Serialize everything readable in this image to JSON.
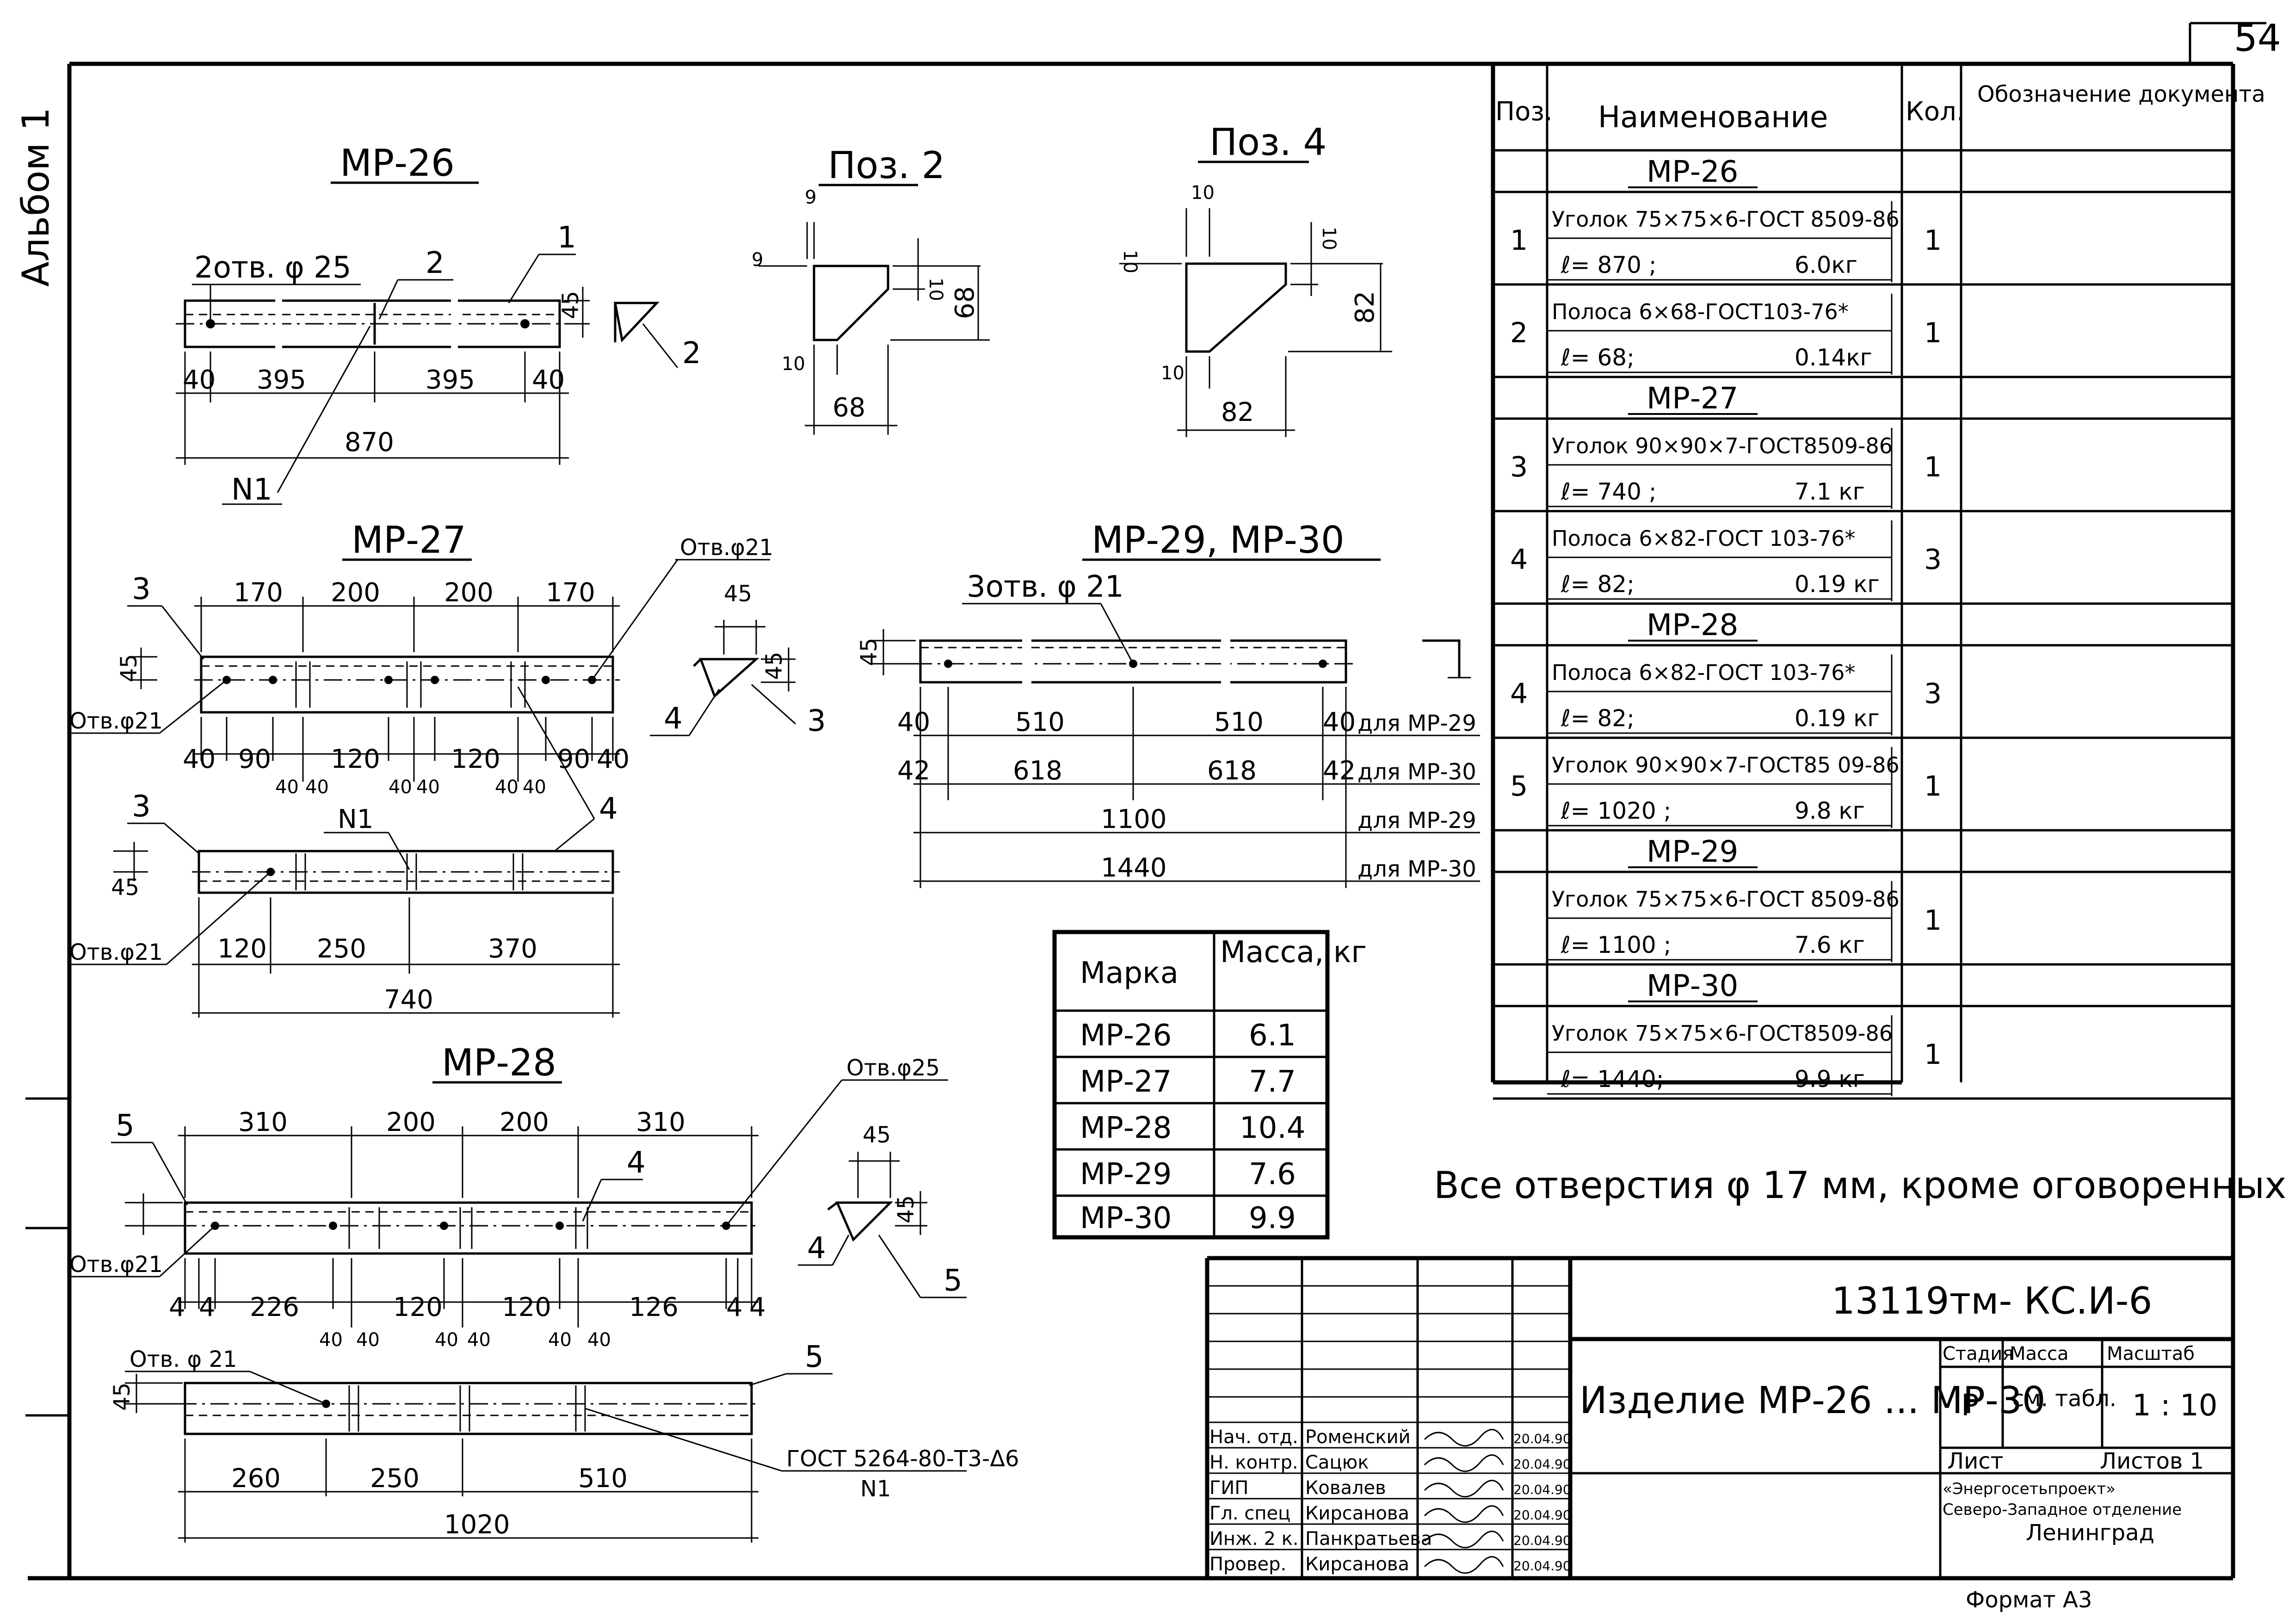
{
  "sheet": {
    "page_number": "54",
    "album_label": "Альбом 1",
    "format_label": "Формат А3"
  },
  "drawings": {
    "mr26": {
      "title": "МР-26",
      "holes": "2отв. φ 25",
      "dims": [
        "40",
        "395",
        "395",
        "40",
        "870",
        "45"
      ],
      "callouts": [
        "1",
        "2",
        "2"
      ],
      "weld": "N1"
    },
    "poz2": {
      "title": "Поз. 2",
      "dims": [
        "9",
        "9",
        "10",
        "68",
        "10",
        "68"
      ]
    },
    "poz4": {
      "title": "Поз. 4",
      "dims": [
        "10",
        "10",
        "10",
        "82",
        "10",
        "82"
      ]
    },
    "mr27": {
      "title": "МР-27",
      "holes_top": "Отв.φ21",
      "holes_left": "Отв.φ21",
      "holes_bottom": "Отв.φ21",
      "dims_top": [
        "170",
        "200",
        "200",
        "170"
      ],
      "dims_bottom": [
        "40",
        "90",
        "120",
        "120",
        "90",
        "40"
      ],
      "dims_small": [
        "40",
        "40",
        "40",
        "40",
        "40",
        "40"
      ],
      "dims_plan": [
        "120",
        "250",
        "370"
      ],
      "total": "740",
      "section_dims": [
        "45",
        "45"
      ],
      "callouts": [
        "3",
        "3",
        "4",
        "4",
        "3"
      ],
      "weld": "N1"
    },
    "mr29_30": {
      "title": "МР-29, МР-30",
      "holes": "3отв. φ 21",
      "row1": [
        "40",
        "510",
        "510",
        "40"
      ],
      "row1_label": "для МР-29",
      "row2": [
        "42",
        "618",
        "618",
        "42"
      ],
      "row2_label": "для МР-30",
      "total1": "1100",
      "total1_label": "для МР-29",
      "total2": "1440",
      "total2_label": "для МР-30",
      "side_dim": "45"
    },
    "mr28": {
      "title": "МР-28",
      "holes_right": "Отв.φ25",
      "holes_left": "Отв.φ21",
      "holes_bottom": "Отв. φ 21",
      "dims_top": [
        "310",
        "200",
        "200",
        "310"
      ],
      "dims_bottom": [
        "4",
        "4",
        "226",
        "120",
        "120",
        "126",
        "4",
        "4"
      ],
      "dims_small": [
        "40",
        "40",
        "40",
        "40",
        "40",
        "40"
      ],
      "dims_plan": [
        "260",
        "250",
        "510"
      ],
      "total": "1020",
      "section_dims": [
        "45",
        "45",
        "45"
      ],
      "callouts": [
        "5",
        "4",
        "4",
        "5",
        "5"
      ],
      "weld_std": "ГОСТ 5264-80-Т3-Δ6",
      "weld": "N1"
    }
  },
  "mass_table": {
    "headers": [
      "Марка",
      "Масса, кг"
    ],
    "rows": [
      [
        "МР-26",
        "6.1"
      ],
      [
        "МР-27",
        "7.7"
      ],
      [
        "МР-28",
        "10.4"
      ],
      [
        "МР-29",
        "7.6"
      ],
      [
        "МР-30",
        "9.9"
      ]
    ]
  },
  "spec": {
    "headers": [
      "Поз.",
      "Наименование",
      "Кол.",
      "Обозначение документа"
    ],
    "groups": [
      {
        "mark": "МР-26",
        "rows": [
          {
            "pos": "1",
            "name": "Уголок 75×75×6-ГОСТ 8509-86",
            "len": "ℓ= 870 ;",
            "mass": "6.0кг",
            "qty": "1"
          },
          {
            "pos": "2",
            "name": "Полоса 6×68-ГОСТ103-76*",
            "len": "ℓ= 68;",
            "mass": "0.14кг",
            "qty": "1"
          }
        ]
      },
      {
        "mark": "МР-27",
        "rows": [
          {
            "pos": "3",
            "name": "Уголок 90×90×7-ГОСТ8509-86",
            "len": "ℓ= 740 ;",
            "mass": "7.1 кг",
            "qty": "1"
          },
          {
            "pos": "4",
            "name": "Полоса 6×82-ГОСТ 103-76*",
            "len": "ℓ= 82;",
            "mass": "0.19 кг",
            "qty": "3"
          }
        ]
      },
      {
        "mark": "МР-28",
        "rows": [
          {
            "pos": "4",
            "name": "Полоса 6×82-ГОСТ 103-76*",
            "len": "ℓ= 82;",
            "mass": "0.19 кг",
            "qty": "3"
          },
          {
            "pos": "5",
            "name": "Уголок 90×90×7-ГОСТ85 09-86",
            "len": "ℓ= 1020 ;",
            "mass": "9.8 кг",
            "qty": "1"
          }
        ]
      },
      {
        "mark": "МР-29",
        "rows": [
          {
            "pos": "",
            "name": "Уголок 75×75×6-ГОСТ 8509-86",
            "len": "ℓ= 1100 ;",
            "mass": "7.6 кг",
            "qty": "1"
          }
        ]
      },
      {
        "mark": "МР-30",
        "rows": [
          {
            "pos": "",
            "name": "Уголок 75×75×6-ГОСТ8509-86",
            "len": "ℓ= 1440;",
            "mass": "9.9 кг",
            "qty": "1"
          }
        ]
      }
    ]
  },
  "note": "Все отверстия φ 17 мм, кроме оговоренных",
  "stamp": {
    "doc_code": "13119тм- КС.И-6",
    "title": "Изделие МР-26 ... МР-30",
    "stage_header": "Стадия",
    "mass_header": "Масса",
    "scale_header": "Масштаб",
    "stage": "Р",
    "mass": "см. табл.",
    "scale": "1 : 10",
    "sheet_label": "Лист",
    "sheets_label": "Листов 1",
    "org1": "«Энергосетьпроект»",
    "org2": "Северо-Западное отделение",
    "org3": "Ленинград",
    "signers": [
      {
        "role": "Нач. отд.",
        "name": "Роменский",
        "date": "20.04.90"
      },
      {
        "role": "Н. контр.",
        "name": "Сацюк",
        "date": "20.04.90"
      },
      {
        "role": "ГИП",
        "name": "Ковалев",
        "date": "20.04.90"
      },
      {
        "role": "Гл. спец",
        "name": "Кирсанова",
        "date": "20.04.90"
      },
      {
        "role": "Инж. 2 к.",
        "name": "Панкратьева",
        "date": "20.04.90"
      },
      {
        "role": "Провер.",
        "name": "Кирсанова",
        "date": "20.04.90"
      }
    ]
  }
}
